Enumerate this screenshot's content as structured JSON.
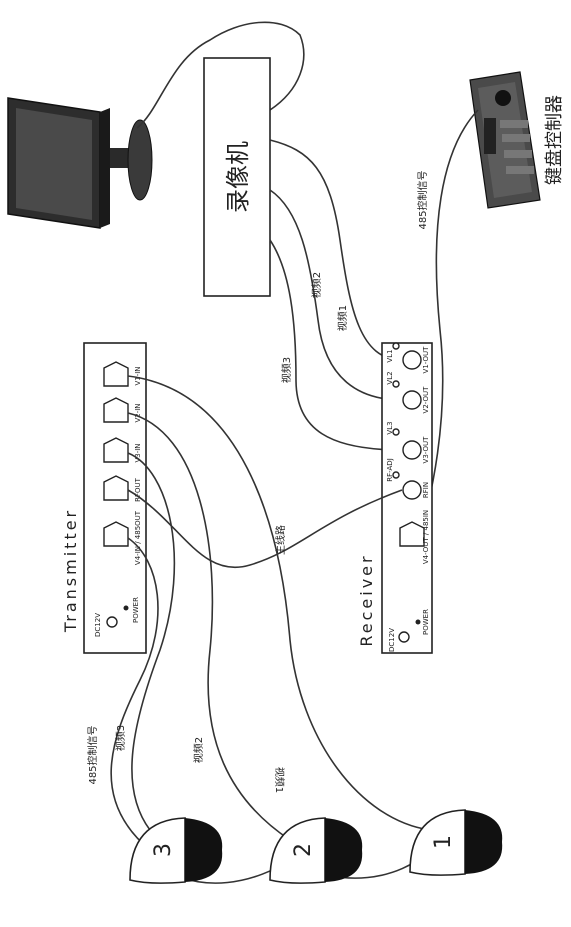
{
  "vcr": {
    "label": "录像机"
  },
  "keyboard": {
    "label": "键盘控制器",
    "cable_label": "485控制信号"
  },
  "transmitter": {
    "title": "Transmitter",
    "power_spec": "DC12V",
    "power_label": "POWER",
    "ports": [
      "V4-IN / 485OUT",
      "RFOUT",
      "V3-IN",
      "V2-IN",
      "V1-IN"
    ]
  },
  "receiver": {
    "title": "Receiver",
    "power_spec": "DC12V",
    "power_label": "POWER",
    "ports": [
      "V4-OUT / 485IN",
      "RFIN",
      "V3-OUT",
      "V2-OUT",
      "V1-OUT"
    ],
    "adj_labels": [
      "RF-ADJ",
      "VL3",
      "VL2",
      "VL1"
    ]
  },
  "cables": {
    "main_line": "主线路",
    "vcr_video": [
      "视频1",
      "视频2",
      "视频3"
    ],
    "cam_485": "485控制信号",
    "cam_video3": "视频3",
    "cam_video2": "视频2",
    "cam_video1": "视频1"
  },
  "cameras": [
    "1",
    "2",
    "3"
  ]
}
